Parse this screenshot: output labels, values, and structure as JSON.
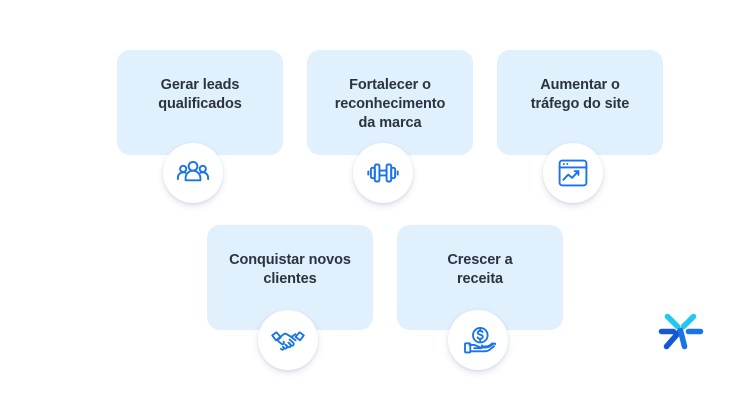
{
  "page": {
    "background_color": "#ffffff",
    "card_color": "#e1f0fd",
    "text_color": "#2b3340",
    "icon_color": "#1a73e8",
    "badge_color": "#ffffff"
  },
  "cards": [
    {
      "id": "gerar-leads-qualificados",
      "title": "Gerar leads\nqualificados",
      "icon": "users-group-icon"
    },
    {
      "id": "fortalecer-reconhecimento-da-marca",
      "title": "Fortalecer o\nreconhecimento\nda marca",
      "icon": "dumbbell-icon"
    },
    {
      "id": "aumentar-trafego-do-site",
      "title": "Aumentar o\ntráfego do site",
      "icon": "browser-chart-icon"
    },
    {
      "id": "conquistar-novos-clientes",
      "title": "Conquistar novos\nclientes",
      "icon": "handshake-icon"
    },
    {
      "id": "crescer-a-receita",
      "title": "Crescer a\nreceita",
      "icon": "hand-holding-coin-icon"
    }
  ],
  "logo": {
    "name": "asterisk-star-logo",
    "colors": {
      "cyan": "#22c8f0",
      "blue": "#1a73e8",
      "deep_blue": "#1558d6"
    }
  }
}
